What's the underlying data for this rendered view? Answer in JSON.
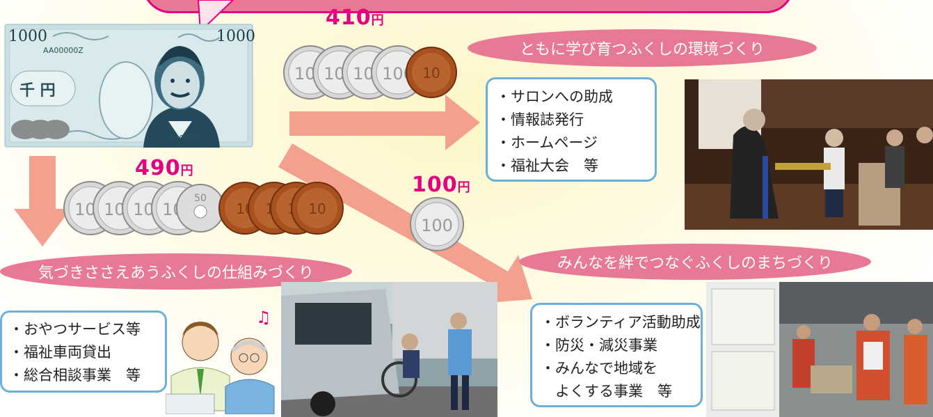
{
  "banknote": {
    "denomination": "1000",
    "kanji": "千 円",
    "serial": "AA00000Z"
  },
  "coin_labels": {
    "hundred": "100",
    "fifty": "50",
    "ten": "10"
  },
  "flows": [
    {
      "id": "top",
      "amount": "410",
      "unit": "円"
    },
    {
      "id": "left",
      "amount": "490",
      "unit": "円"
    },
    {
      "id": "middle",
      "amount": "100",
      "unit": "円"
    }
  ],
  "categories": {
    "top": {
      "title": "ともに学び育つふくしの環境づくり",
      "items": [
        "・サロンへの助成",
        "・情報誌発行",
        "・ホームページ",
        "・福祉大会　等"
      ]
    },
    "left": {
      "title": "気づきささえあうふくしの仕組みづくり",
      "items": [
        "・おやつサービス等",
        "・福祉車両貸出",
        "・総合相談事業　等"
      ]
    },
    "middle": {
      "title": "みんなを絆でつなぐふくしのまちづくり",
      "items": [
        "・ボランティア活動助成",
        "・防災・減災事業",
        "・みんなで地域を",
        "　よくする事業　等"
      ]
    }
  },
  "colors": {
    "accent": "#e4007f",
    "pill": "#e87994",
    "arrow": "#f4a08f",
    "box_border": "#6bb0d9"
  }
}
